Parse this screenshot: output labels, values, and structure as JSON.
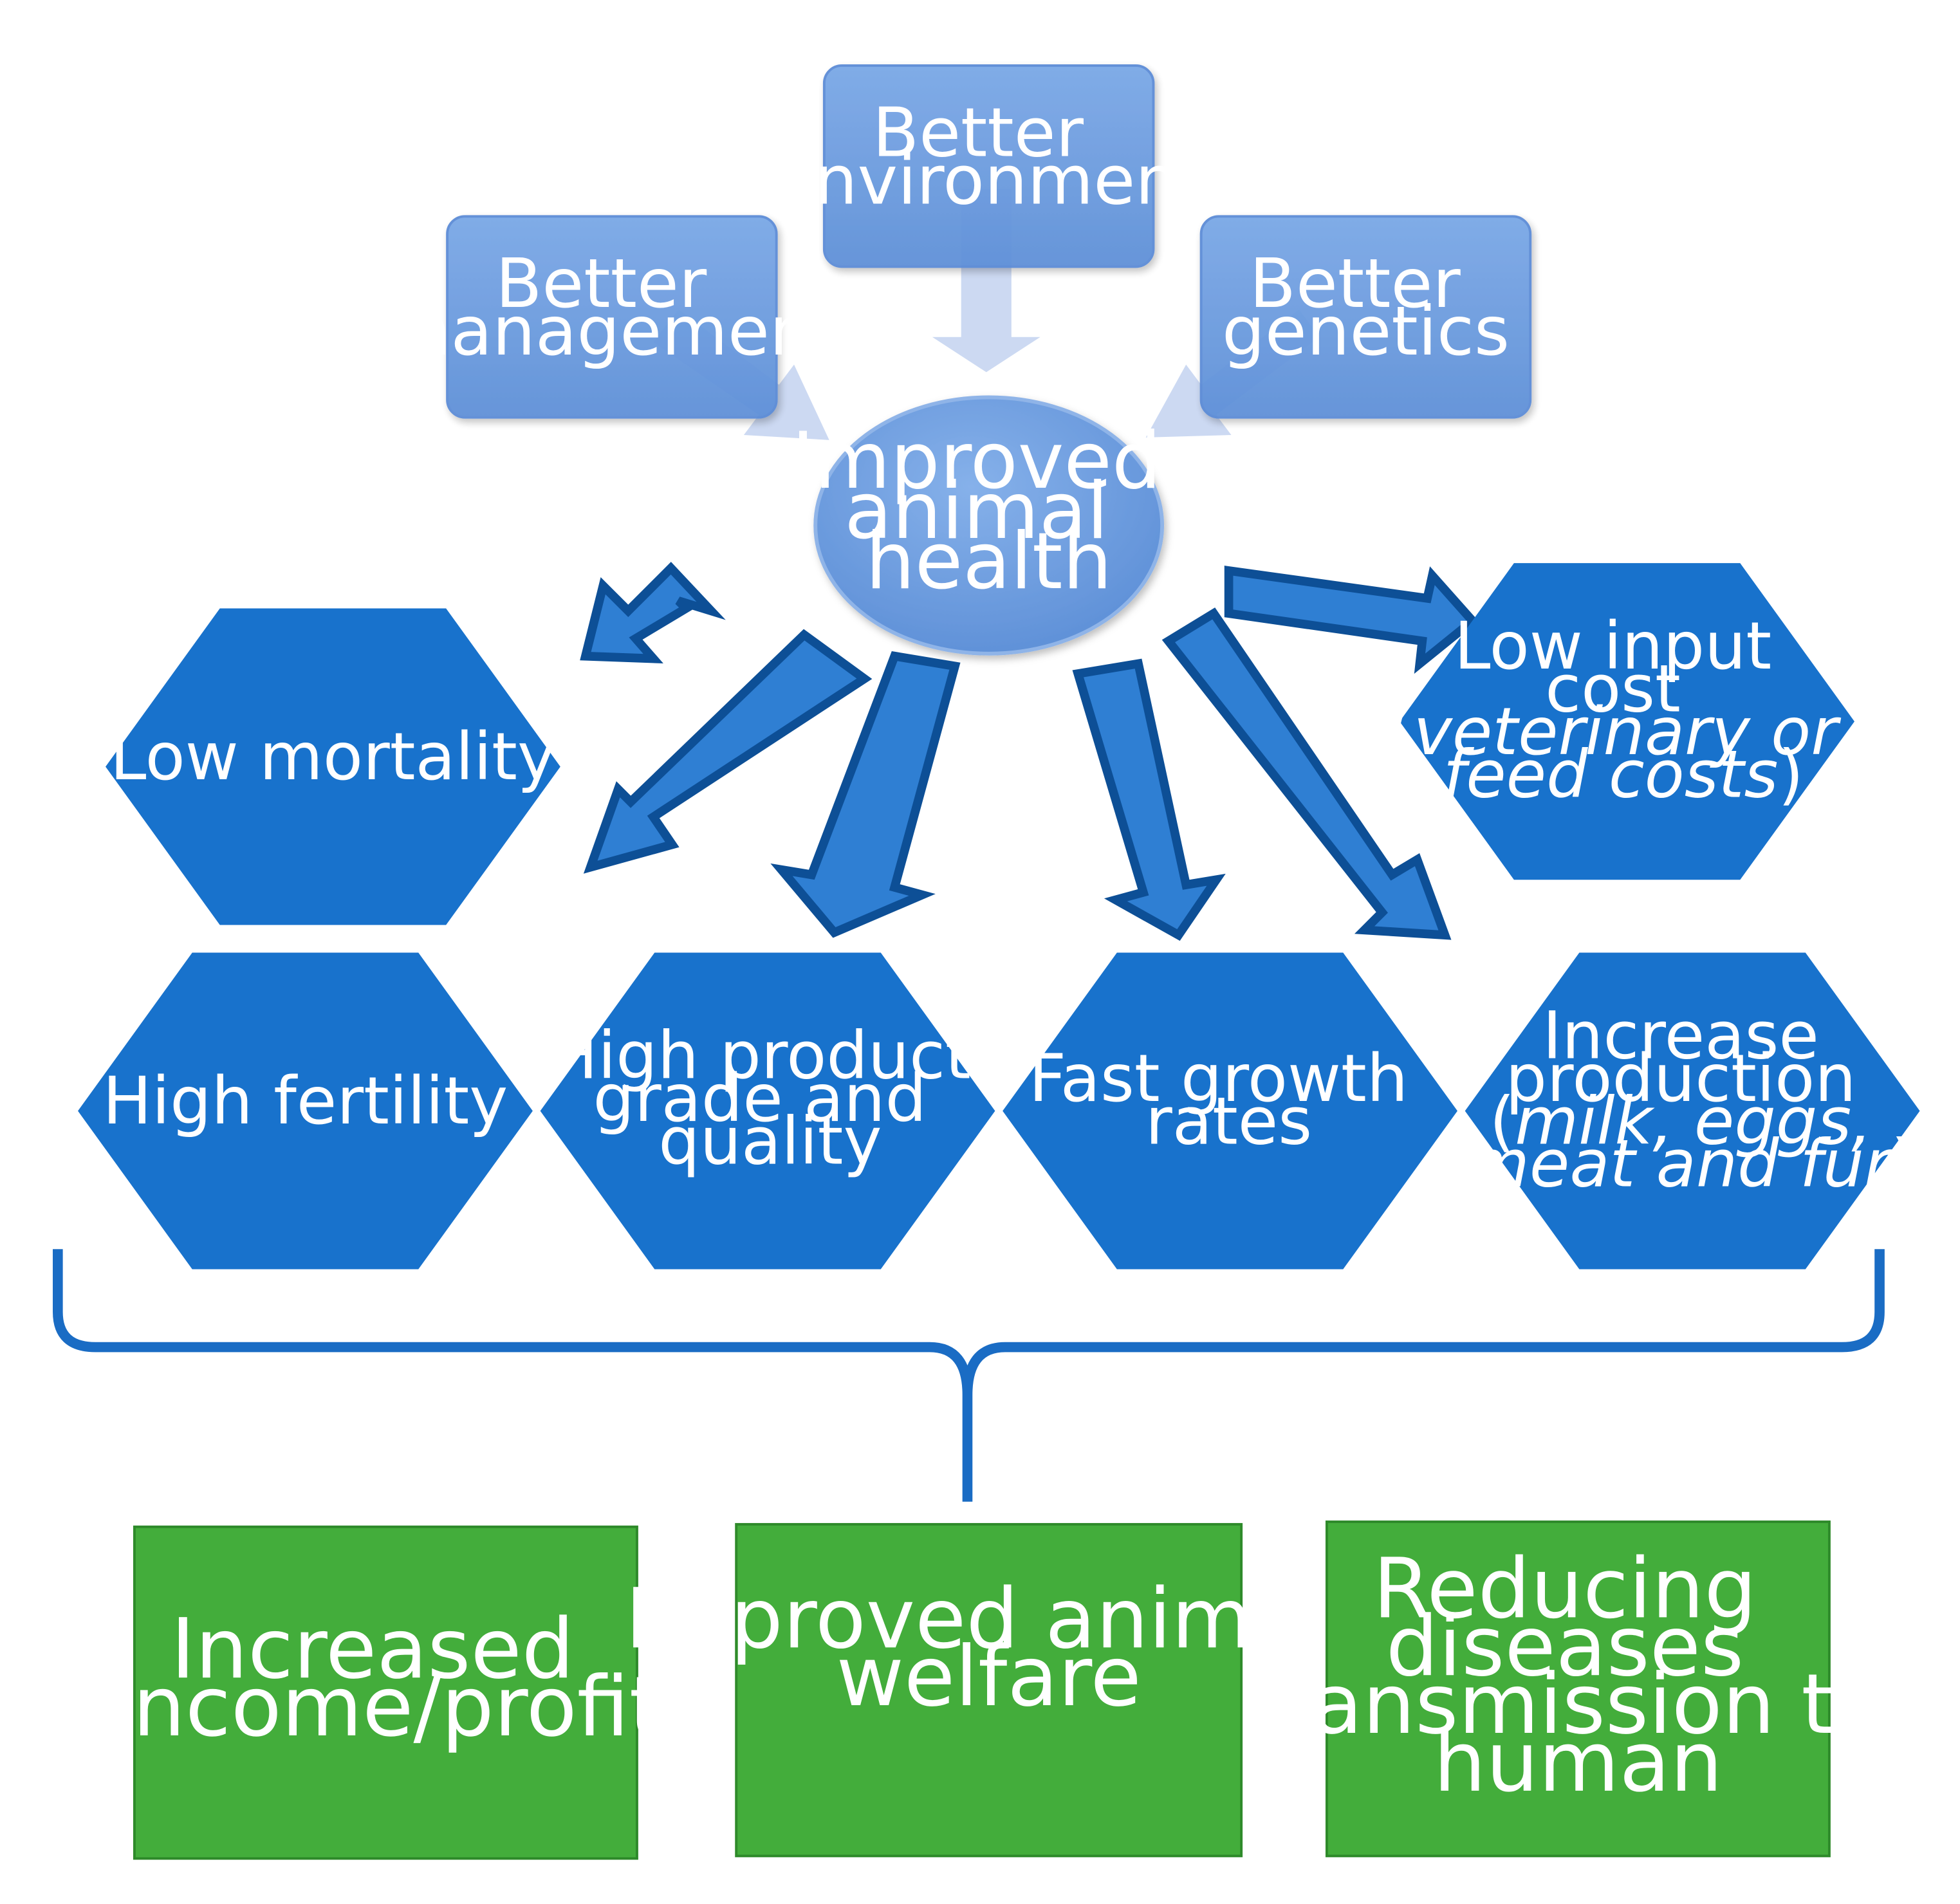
{
  "colors": {
    "top_box": "#6f9fe0",
    "top_box_edge": "#5b8cd6",
    "center_node": "#6d9ee0",
    "hexagon": "#1872cc",
    "arrow_fill": "#2f7fd3",
    "arrow_edge": "#0d4f96",
    "light_arrow": "#c7d5f1",
    "brace": "#1a6cc4",
    "outcome_box": "#43ad3b",
    "outcome_edge": "#2e8a2a",
    "text": "#ffffff"
  },
  "inputs": {
    "management": [
      "Better",
      "management"
    ],
    "environment": [
      "Better",
      "environment"
    ],
    "genetics": [
      "Better",
      "genetics"
    ]
  },
  "center": [
    "Improved",
    "animal",
    "health"
  ],
  "effects": {
    "low_mortality": [
      "Low mortality"
    ],
    "low_input_cost": {
      "line1": "Low input",
      "line2": "cost",
      "open": "(",
      "italic_a": "veterinary or",
      "italic_b": "feed costs",
      "close": ")"
    },
    "high_fertility": [
      "High fertility"
    ],
    "high_product": [
      "High product",
      "grade and",
      "quality"
    ],
    "fast_growth": [
      "Fast growth",
      "rates"
    ],
    "increase_production": {
      "line1": "Increase",
      "line2": "production",
      "open": "(",
      "italic_a": "milk, eggs,",
      "italic_b": "meat and fur",
      "close": ")"
    }
  },
  "outcomes": {
    "income": [
      "Increased",
      "income/profit"
    ],
    "welfare": [
      "Improved animal",
      "welfare"
    ],
    "diseases": [
      "Reducing",
      "diseases",
      "transmission to",
      "human"
    ]
  }
}
